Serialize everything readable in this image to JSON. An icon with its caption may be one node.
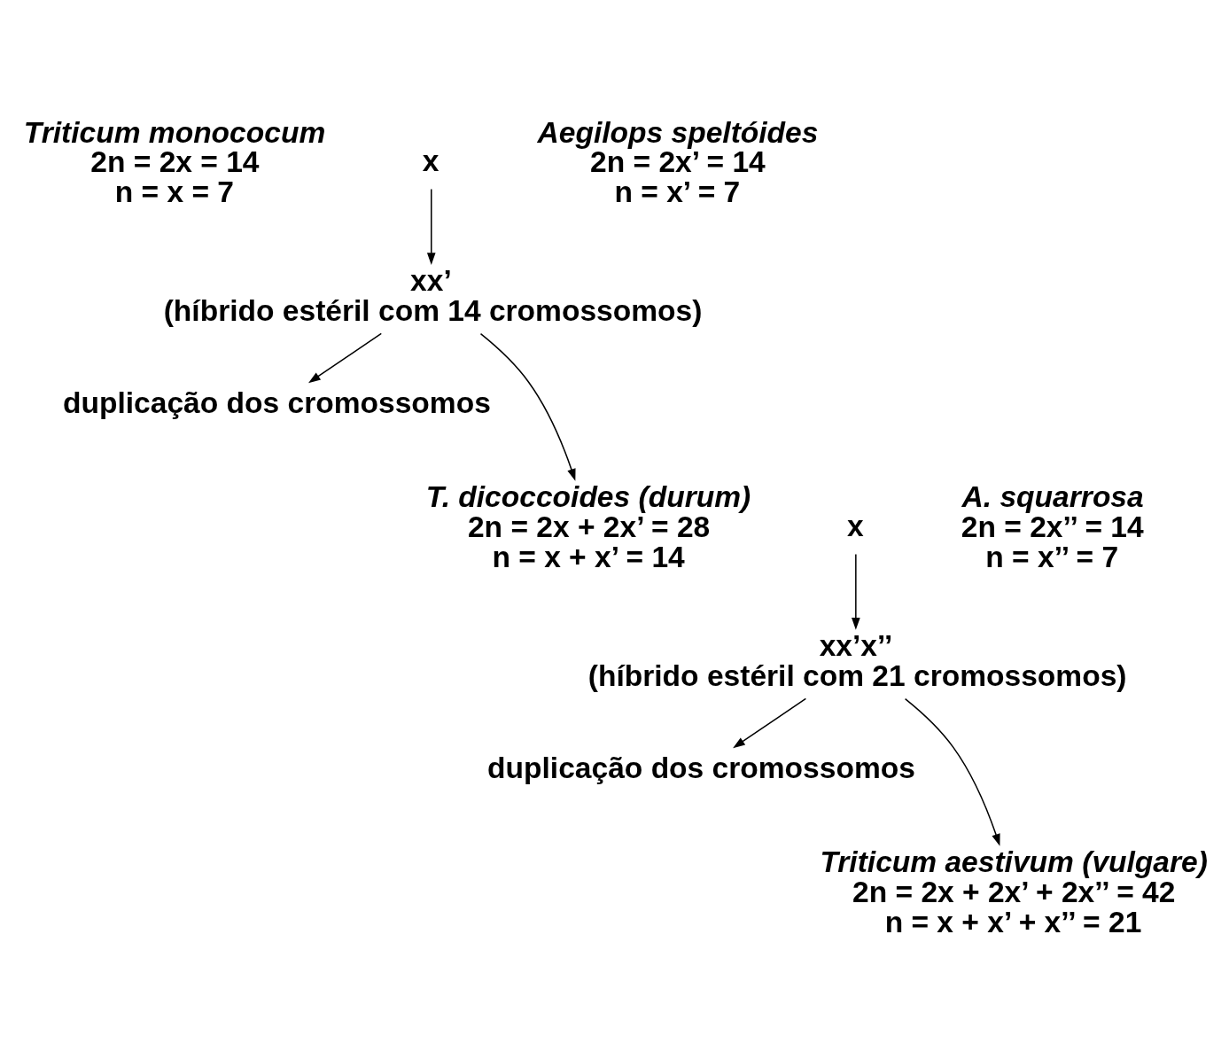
{
  "diagram": {
    "nodes": [
      {
        "text": [
          "Triticum monococum",
          "2n = 2x = 14",
          "n = x = 7"
        ]
      },
      {
        "text": [
          "x"
        ]
      },
      {
        "text": [
          "Aegilops speltóides",
          "2n = 2x’ = 14",
          "n = x’ = 7"
        ]
      },
      {
        "text": [
          "xx’",
          "(híbrido estéril com 14 cromossomos)"
        ]
      },
      {
        "text": [
          "duplicação dos cromossomos"
        ]
      },
      {
        "text": [
          "T. dicoccoides (durum)",
          "2n = 2x + 2x’ = 28",
          "n = x + x’ = 14"
        ]
      },
      {
        "text": [
          "x"
        ]
      },
      {
        "text": [
          "A. squarrosa",
          "2n = 2x’’ = 14",
          "n = x’’ = 7"
        ]
      },
      {
        "text": [
          "xx’x’’",
          "(híbrido estéril com 21 cromossomos)"
        ]
      },
      {
        "text": [
          "duplicação dos cromossomos"
        ]
      },
      {
        "text": [
          "Triticum aestivum (vulgare)",
          "2n = 2x + 2x’ + 2x’’ = 42",
          "n = x + x’ + x’’ = 21"
        ]
      }
    ],
    "edges": [
      {
        "from": 1,
        "to": 3,
        "arrow": "to"
      },
      {
        "from": 3,
        "to": 5,
        "arrow": "to"
      },
      {
        "from": 3,
        "to": 4,
        "arrow": "to"
      },
      {
        "from": 6,
        "to": 8,
        "arrow": "to"
      },
      {
        "from": 8,
        "to": 10,
        "arrow": "to"
      },
      {
        "from": 8,
        "to": 9,
        "arrow": "to"
      }
    ]
  }
}
